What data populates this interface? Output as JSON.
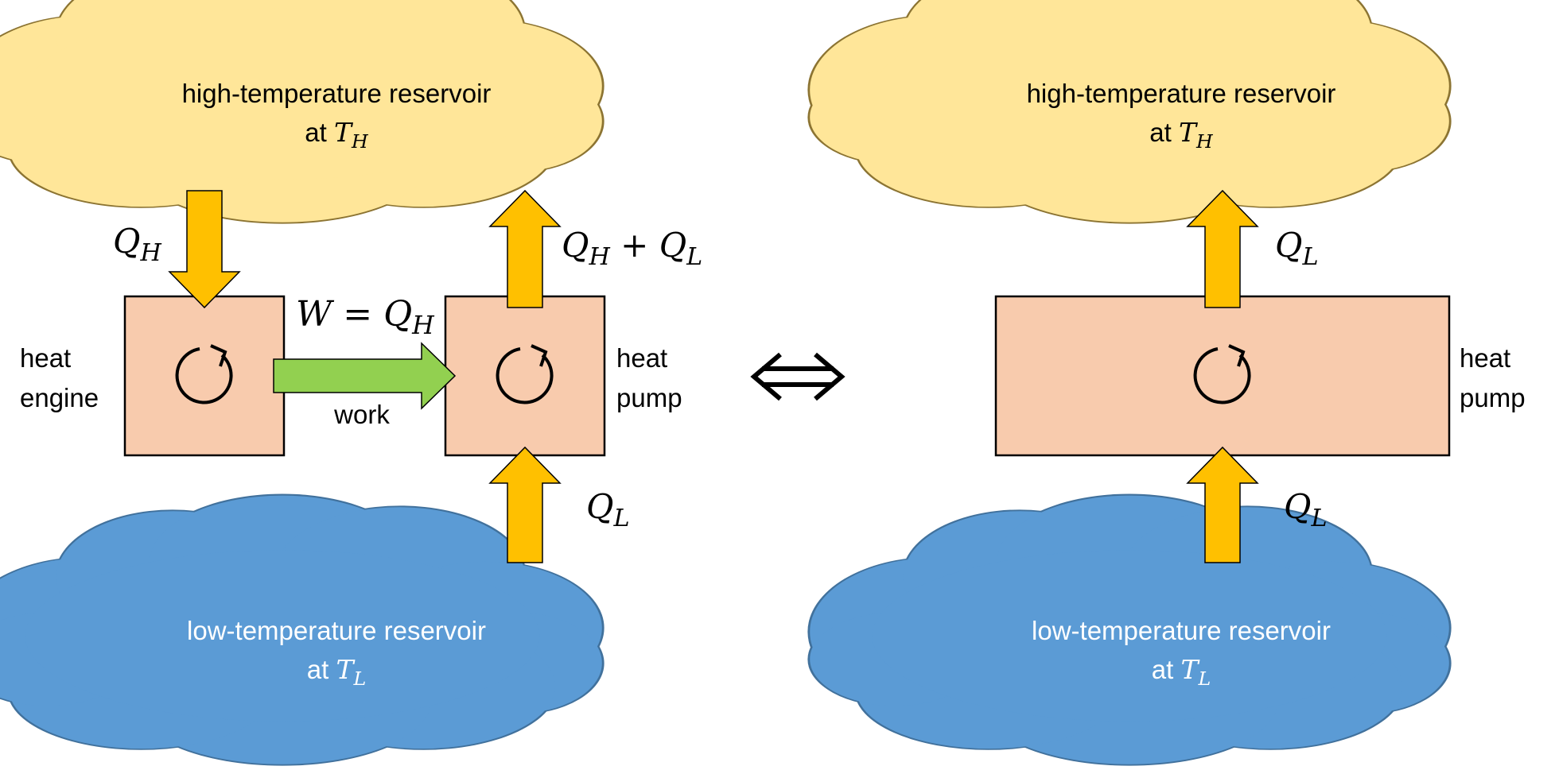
{
  "colors": {
    "hot_cloud_fill": "#FFE699",
    "hot_cloud_stroke": "#8C7432",
    "cold_cloud_fill": "#5B9BD5",
    "cold_cloud_stroke": "#41719C",
    "box_fill": "#F8CBAD",
    "heat_arrow_fill": "#FFC000",
    "work_arrow_fill": "#92D050"
  },
  "icons": [
    "cycle-icon",
    "heat-arrow-icon",
    "work-arrow-icon",
    "equivalence-icon"
  ],
  "left": {
    "hot": {
      "line1": "high-temperature reservoir",
      "line2_prefix": "at ",
      "line2_var": "T",
      "line2_sub": "H"
    },
    "cold": {
      "line1": "low-temperature reservoir",
      "line2_prefix": "at ",
      "line2_var": "T",
      "line2_sub": "L"
    },
    "engine": {
      "line1": "heat",
      "line2": "engine"
    },
    "pump": {
      "line1": "heat",
      "line2": "pump"
    },
    "qh_label": {
      "var": "Q",
      "sub": "H"
    },
    "qhql_label": {
      "var1": "Q",
      "sub1": "H",
      "op": " + ",
      "var2": "Q",
      "sub2": "L"
    },
    "w_label": {
      "var": "W",
      "eq": " = ",
      "var2": "Q",
      "sub2": "H"
    },
    "work_label": "work",
    "ql_label": {
      "var": "Q",
      "sub": "L"
    }
  },
  "equivalence_symbol": "⟺",
  "right": {
    "hot": {
      "line1": "high-temperature reservoir",
      "line2_prefix": "at ",
      "line2_var": "T",
      "line2_sub": "H"
    },
    "cold": {
      "line1": "low-temperature reservoir",
      "line2_prefix": "at ",
      "line2_var": "T",
      "line2_sub": "L"
    },
    "pump": {
      "line1": "heat",
      "line2": "pump"
    },
    "ql_top_label": {
      "var": "Q",
      "sub": "L"
    },
    "ql_bottom_label": {
      "var": "Q",
      "sub": "L"
    }
  }
}
